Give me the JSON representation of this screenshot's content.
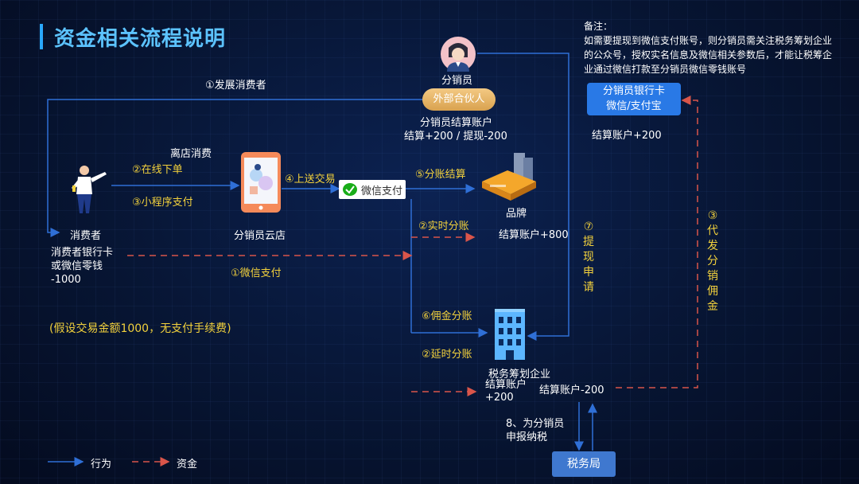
{
  "title": "资金相关流程说明",
  "note": {
    "head": "备注：",
    "body": "如需要提现到微信支付账号，则分销员需关注税务筹划企业的公众号，授权实名信息及微信相关参数后，才能让税筹企业通过微信打款至分销员微信零钱账号"
  },
  "nodes": {
    "distributor": "分销员",
    "partner": "外部合伙人",
    "distributor_account": "分销员结算账户",
    "distributor_settle": "结算+200  / 提现-200",
    "bank_card_line1": "分销员银行卡",
    "bank_card_line2": "微信/支付宝",
    "bank_settle": "结算账户+200",
    "consumer": "消费者",
    "consumer_account_l1": "消费者银行卡",
    "consumer_account_l2": "或微信零钱",
    "consumer_account_l3": "-1000",
    "cloud_store": "分销员云店",
    "wechat_pay": "微信支付",
    "brand": "品牌",
    "brand_settle": "结算账户+800",
    "tax_company": "税务筹划企业",
    "tax_company_acct_l1": "结算账户",
    "tax_company_acct_l2": "+200",
    "tax_company_settle": "结算账户-200",
    "tax_bureau": "税务局"
  },
  "steps": {
    "s1_develop": "①发展消费者",
    "leave_store": "离店消费",
    "s2_order": "②在线下单",
    "s3_miniapp": "③小程序支付",
    "s4_upload": "④上送交易",
    "s5_split": "⑤分账结算",
    "s2_realtime": "②实时分账",
    "s1_wechat": "①微信支付",
    "s6_commission": "⑥佣金分账",
    "s2_delayed": "②延时分账",
    "s7_withdraw": "⑦提现申请",
    "s3_payout": "③代发分销佣金",
    "s8_l1": "8、为分销员",
    "s8_l2": "申报纳税"
  },
  "assumption": "(假设交易金额1000，无支付手续费)",
  "legend": {
    "action": "行为",
    "funds": "资金"
  },
  "colors": {
    "background": "#071533",
    "title": "#5cc3ff",
    "action_line": "#2f6fd6",
    "funds_line": "#d9554a",
    "step_text": "#f2d13c",
    "bank_box": "#2979e6",
    "partner_badge": "#e2b066"
  },
  "icons": [
    "distributor-avatar-icon",
    "consumer-person-icon",
    "phone-store-icon",
    "wechat-logo-icon",
    "brand-building-icon",
    "tax-company-building-icon"
  ]
}
